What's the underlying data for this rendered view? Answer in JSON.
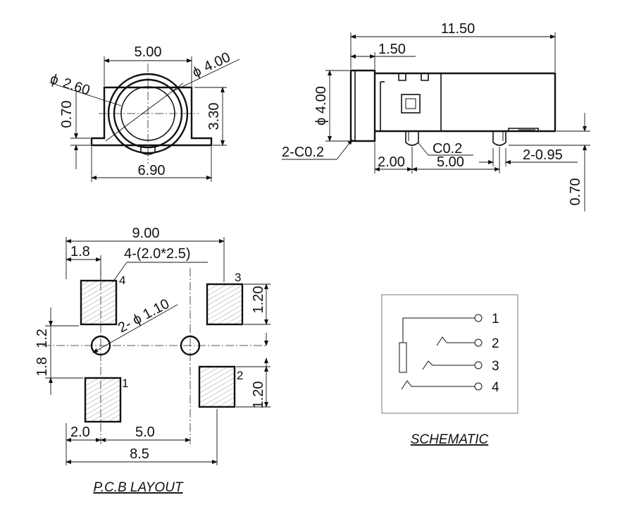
{
  "front_view": {
    "dim_width_top": "5.00",
    "dim_dia_outer": "4.00",
    "dim_dia_inner": "2.60",
    "dia_symbol": "ϕ",
    "dim_height_left": "0.70",
    "dim_height_right": "3.30",
    "dim_width_bottom": "6.90"
  },
  "side_view": {
    "dim_total_length": "11.50",
    "dim_flange": "1.50",
    "dim_dia": "ϕ 4.00",
    "dim_chamfer_left": "2-C0.2",
    "dim_chamfer_pin": "C0.2",
    "dim_pin_offset": "2.00",
    "dim_pin_pitch": "5.00",
    "dim_pin_width": "2-0.95",
    "dim_pin_height": "0.70"
  },
  "pcb_layout": {
    "caption": "P.C.B LAYOUT",
    "dim_total_width": "9.00",
    "dim_left_offset": "1.8",
    "pad_spec": "4-(2.0*2.5)",
    "hole_spec": "2- ϕ 1.10",
    "dim_upper_pad": "1.20",
    "dim_lower_pad": "1.20",
    "dim_left_vertical": "1.8",
    "dim_left_vertical_b": "1.2",
    "dim_pad_width": "2.0",
    "dim_hole_pitch": "5.0",
    "dim_bottom_total": "8.5",
    "pin_labels": [
      "4",
      "3",
      "1",
      "2"
    ]
  },
  "schematic": {
    "caption": "SCHEMATIC",
    "pins": [
      "1",
      "2",
      "3",
      "4"
    ]
  }
}
